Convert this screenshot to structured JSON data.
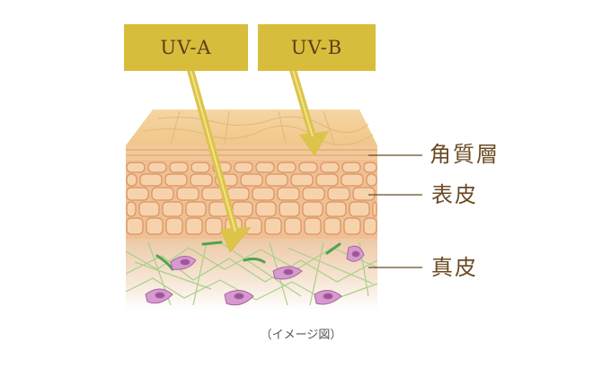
{
  "rays": [
    {
      "label": "UV-A",
      "color": "#d8bd3c"
    },
    {
      "label": "UV-B",
      "color": "#d8bd3c"
    }
  ],
  "layers": [
    {
      "label": "角質層"
    },
    {
      "label": "表皮"
    },
    {
      "label": "真皮"
    }
  ],
  "caption": "（イメージ図）",
  "colors": {
    "ray": "#dcc34a",
    "label_text": "#6b4a22",
    "leader_line": "#6b4a22",
    "cell_fill": "#f7d3ad",
    "cell_stroke": "#d9935f",
    "fiber_green": "#a8d08a",
    "fibroblast": "#d69ad0"
  }
}
